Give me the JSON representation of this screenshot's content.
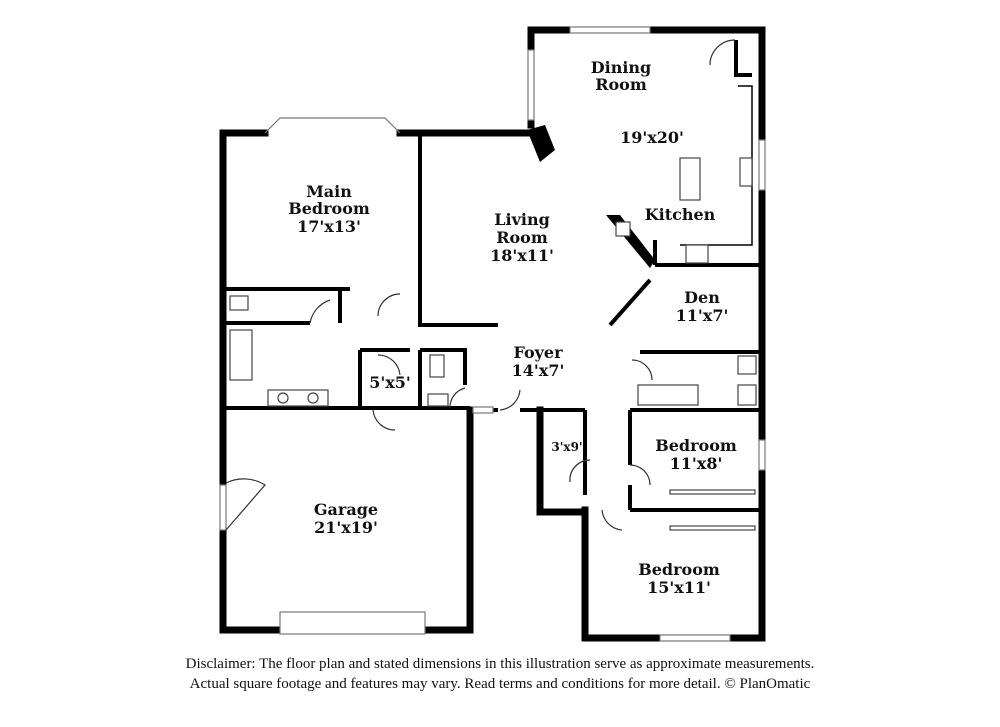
{
  "rooms": {
    "dining": {
      "name_line1": "Dining",
      "name_line2": "Room"
    },
    "kitchen_dim": "19'x20'",
    "kitchen": {
      "name": "Kitchen"
    },
    "main_bedroom": {
      "name_line1": "Main",
      "name_line2": "Bedroom",
      "dim": "17'x13'"
    },
    "living": {
      "name_line1": "Living",
      "name_line2": "Room",
      "dim": "18'x11'"
    },
    "den": {
      "name": "Den",
      "dim": "11'x7'"
    },
    "foyer": {
      "name": "Foyer",
      "dim": "14'x7'"
    },
    "closet_5x5": {
      "dim": "5'x5'"
    },
    "closet_3x9": {
      "dim": "3'x9'"
    },
    "bedroom_2": {
      "name": "Bedroom",
      "dim": "11'x8'"
    },
    "garage": {
      "name": "Garage",
      "dim": "21'x19'"
    },
    "bedroom_3": {
      "name": "Bedroom",
      "dim": "15'x11'"
    }
  },
  "disclaimer": {
    "line1": "Disclaimer: The floor plan and stated dimensions in this illustration serve as approximate measurements.",
    "line2": "Actual square footage and features may vary. Read terms and conditions for more detail. © PlanOmatic"
  }
}
